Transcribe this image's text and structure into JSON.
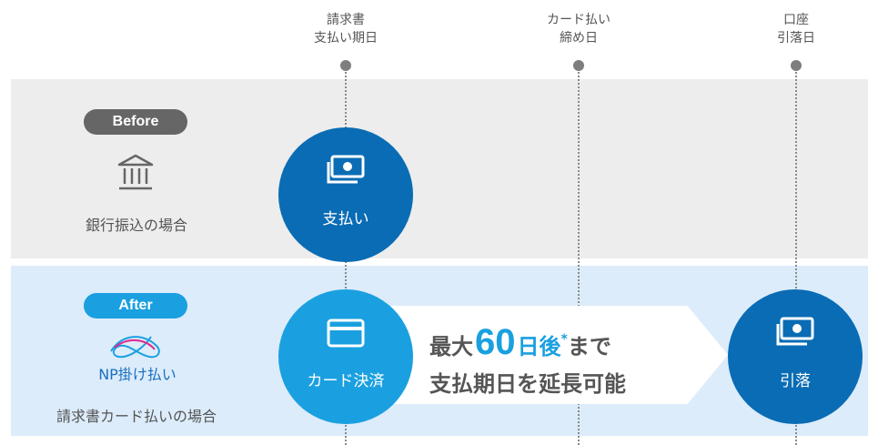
{
  "columns": [
    {
      "label": "請求書\n支払い期日"
    },
    {
      "label": "カード払い\n締め日"
    },
    {
      "label": "口座\n引落日"
    }
  ],
  "before": {
    "badge": "Before",
    "icon": "bank-icon",
    "caption": "銀行振込の場合",
    "payment_label": "支払い",
    "payment_icon": "cash-icon"
  },
  "after": {
    "badge": "After",
    "logo_text": "NP掛け払い",
    "caption": "請求書カード払いの場合",
    "card_label": "カード決済",
    "card_icon": "credit-card-icon",
    "debit_label": "引落",
    "debit_icon": "cash-icon",
    "message": {
      "prefix": "最大",
      "number": "60",
      "unit": "日後",
      "asterisk": "*",
      "suffix": "まで",
      "line2": "支払期日を延長可能"
    }
  },
  "colors": {
    "before_band": "#ededed",
    "after_band": "#dcecfb",
    "dark_blue": "#0a6cb4",
    "light_blue": "#1aa0e0",
    "before_badge": "#666666"
  }
}
